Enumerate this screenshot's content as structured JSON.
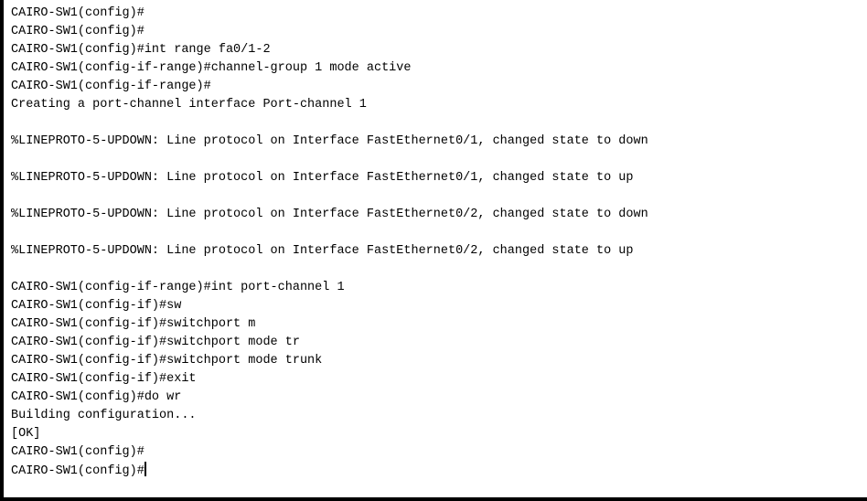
{
  "terminal": {
    "lines": [
      "CAIRO-SW1(config)#",
      "CAIRO-SW1(config)#",
      "CAIRO-SW1(config)#int range fa0/1-2",
      "CAIRO-SW1(config-if-range)#channel-group 1 mode active",
      "CAIRO-SW1(config-if-range)#",
      "Creating a port-channel interface Port-channel 1",
      "",
      "%LINEPROTO-5-UPDOWN: Line protocol on Interface FastEthernet0/1, changed state to down",
      "",
      "%LINEPROTO-5-UPDOWN: Line protocol on Interface FastEthernet0/1, changed state to up",
      "",
      "%LINEPROTO-5-UPDOWN: Line protocol on Interface FastEthernet0/2, changed state to down",
      "",
      "%LINEPROTO-5-UPDOWN: Line protocol on Interface FastEthernet0/2, changed state to up",
      "",
      "CAIRO-SW1(config-if-range)#int port-channel 1",
      "CAIRO-SW1(config-if)#sw",
      "CAIRO-SW1(config-if)#switchport m",
      "CAIRO-SW1(config-if)#switchport mode tr",
      "CAIRO-SW1(config-if)#switchport mode trunk",
      "CAIRO-SW1(config-if)#exit",
      "CAIRO-SW1(config)#do wr",
      "Building configuration...",
      "[OK]",
      "CAIRO-SW1(config)#"
    ],
    "prompt": "CAIRO-SW1(config)#"
  }
}
